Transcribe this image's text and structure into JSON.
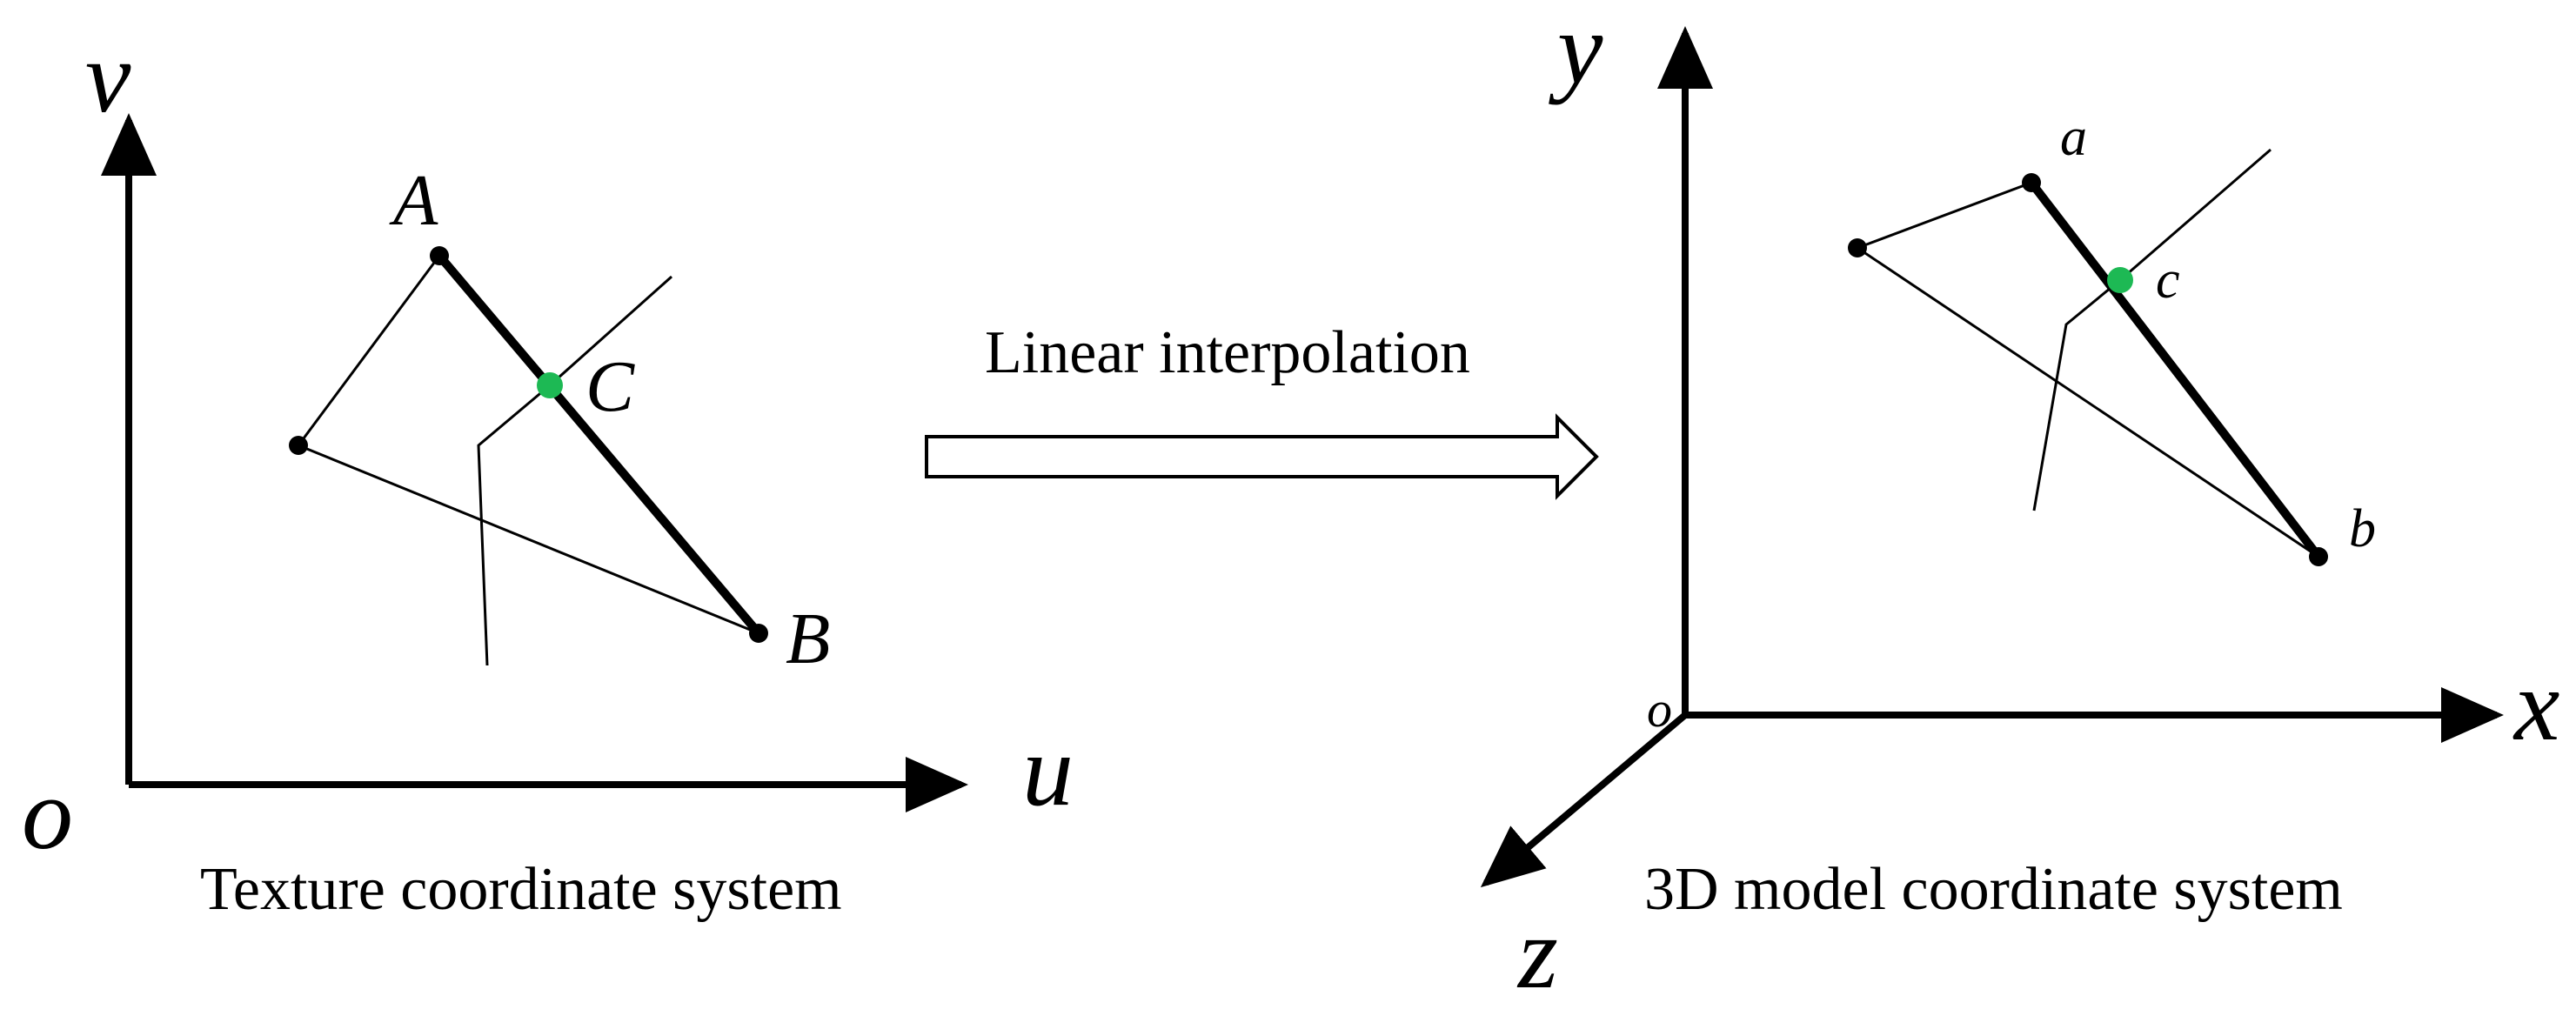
{
  "left_panel": {
    "axis_v": "v",
    "axis_u": "u",
    "origin": "o",
    "point_a": "A",
    "point_b": "B",
    "point_c": "C",
    "caption": "Texture coordinate system"
  },
  "middle": {
    "arrow_label": "Linear interpolation"
  },
  "right_panel": {
    "axis_y": "y",
    "axis_x": "x",
    "axis_z": "z",
    "origin": "o",
    "point_a": "a",
    "point_b": "b",
    "point_c": "c",
    "caption": "3D model coordinate system"
  },
  "colors": {
    "stroke": "#000000",
    "highlight_point": "#1db954"
  }
}
